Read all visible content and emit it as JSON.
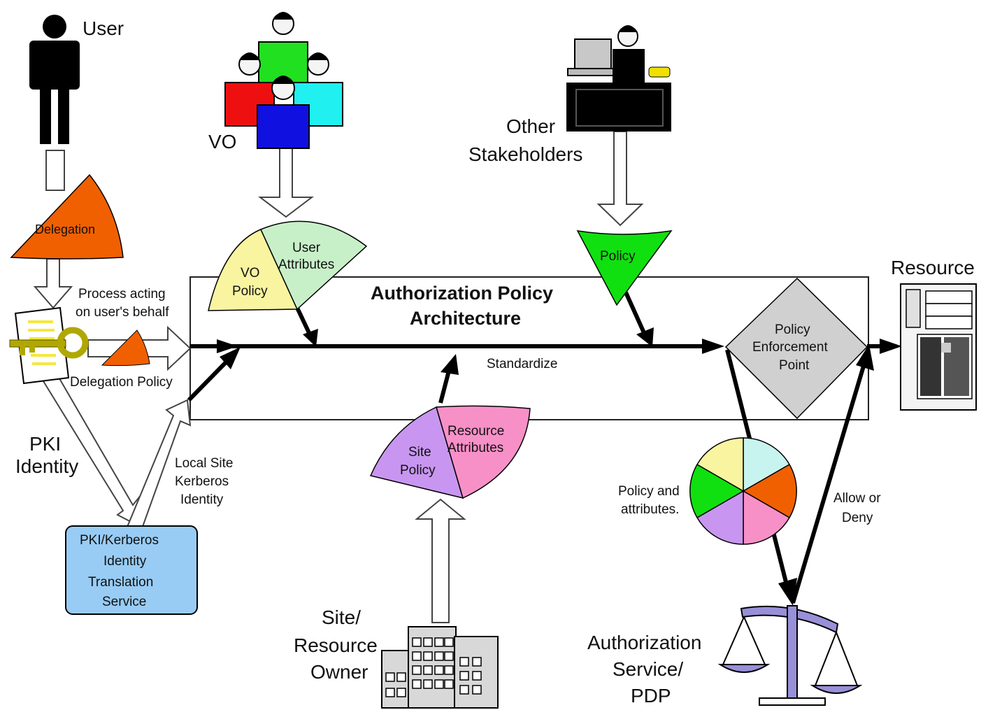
{
  "diagram": {
    "title_line1": "Authorization Policy",
    "title_line2": "Architecture",
    "actors": {
      "user": "User",
      "vo": "VO",
      "other_line1": "Other",
      "other_line2": "Stakeholders",
      "resource": "Resource",
      "owner_line1": "Site/",
      "owner_line2": "Resource",
      "owner_line3": "Owner",
      "authz_line1": "Authorization",
      "authz_line2": "Service/",
      "authz_line3": "PDP"
    },
    "shapes": {
      "delegation": "Delegation",
      "vo_policy_line1": "VO",
      "vo_policy_line2": "Policy",
      "user_attr_line1": "User",
      "user_attr_line2": "Attributes",
      "policy": "Policy",
      "pep_line1": "Policy",
      "pep_line2": "Enforcement",
      "pep_line3": "Point",
      "site_policy_line1": "Site",
      "site_policy_line2": "Policy",
      "res_attr_line1": "Resource",
      "res_attr_line2": "Attributes",
      "pki_line1": "PKI/Kerberos",
      "pki_line2": "Identity",
      "pki_line3": "Translation",
      "pki_line4": "Service"
    },
    "labels": {
      "process_line1": "Process acting",
      "process_line2": "on user's behalf",
      "delegation_policy": "Delegation Policy",
      "standardize": "Standardize",
      "pki_identity_line1": "PKI",
      "pki_identity_line2": "Identity",
      "kerberos_line1": "Local Site",
      "kerberos_line2": "Kerberos",
      "kerberos_line3": "Identity",
      "pa_line1": "Policy and",
      "pa_line2": "attributes.",
      "allow_line1": "Allow or",
      "allow_line2": "Deny"
    },
    "colors": {
      "orange": "#f06000",
      "yellow": "#f8f4a0",
      "light_green": "#c8f0c8",
      "green": "#10e010",
      "gray": "#d0d0d0",
      "purple": "#c896f0",
      "pink": "#f890c8",
      "light_blue": "#98ccf4",
      "cyan": "#c8f4f0",
      "lavender": "#9890d8",
      "people_red": "#ee1010",
      "people_green": "#20e020",
      "people_cyan": "#20f0f0",
      "people_blue": "#1010e0"
    },
    "icons": [
      "person-icon",
      "group-icon",
      "desk-icon",
      "key-certificate-icon",
      "server-icon",
      "building-icon",
      "scales-icon"
    ]
  }
}
